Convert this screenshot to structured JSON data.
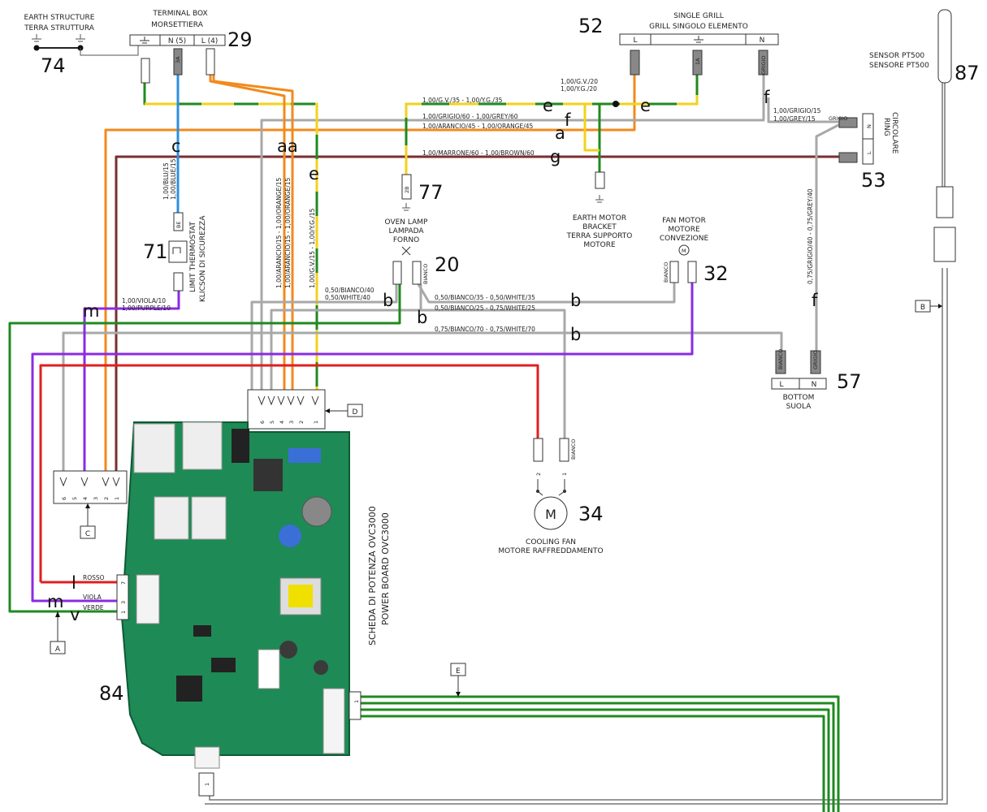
{
  "colors": {
    "green": "#1f8a1f",
    "yellow": "#f2d21b",
    "orange": "#f28a1c",
    "grey": "#a8a8a8",
    "brown": "#7a2e2e",
    "blue": "#2e8fdc",
    "purple": "#8a2be2",
    "red": "#e01f1f",
    "board": "#1e8a55"
  },
  "earth": {
    "line1": "EARTH STRUCTURE",
    "line2": "TERRA STRUTTURA",
    "num": "74"
  },
  "terminal": {
    "line1": "TERMINAL BOX",
    "line2": "MORSETTIERA",
    "n": "N (5)",
    "l": "L (4)",
    "num": "29",
    "tag_n": "3A"
  },
  "grill": {
    "line1": "SINGLE GRILL",
    "line2": "GRILL SINGOLO ELEMENTO",
    "l": "L",
    "n": "N",
    "num": "52",
    "tag_1a": "1A",
    "tag_grigio": "GRIGIO"
  },
  "sensor": {
    "line1": "SENSOR PT500",
    "line2": "SENSORE PT500",
    "num": "87"
  },
  "ring": {
    "line1": "RING",
    "line2": "CIRCOLARE",
    "l": "L",
    "n": "N",
    "num": "53",
    "tag": "GRIGIO"
  },
  "lamp": {
    "line1": "OVEN LAMP",
    "line2": "LAMPADA",
    "line3": "FORNO",
    "num": "77",
    "num2": "20",
    "tag": "2B",
    "tag2": "BIANCO"
  },
  "motor_earth": {
    "line1": "EARTH MOTOR",
    "line2": "BRACKET",
    "line3": "TERRA SUPPORTO",
    "line4": "MOTORE"
  },
  "fan": {
    "line1": "FAN MOTOR",
    "line2": "MOTORE",
    "line3": "CONVEZIONE",
    "num": "32",
    "tag": "BIANCO",
    "m": "M"
  },
  "thermostat": {
    "line1": "LIMIT THERMOSTAT",
    "line2": "KLICSON DI SICUREZZA",
    "num": "71",
    "tag": "BE"
  },
  "bottom": {
    "line1": "BOTTOM",
    "line2": "SUOLA",
    "l": "L",
    "n": "N",
    "num": "57",
    "tag1": "BIANCO",
    "tag2": "GRIGIO"
  },
  "cooling": {
    "line1": "COOLING FAN",
    "line2": "MOTORE RAFFREDDAMENTO",
    "num": "34",
    "m": "M",
    "p2": "2",
    "p1": "1",
    "tag": "BIANCO"
  },
  "board": {
    "line1": "SCHEDA DI POTENZA OVC3000",
    "line2": "POWER BOARD OVC3000",
    "num": "84",
    "rosso": "ROSSO",
    "viola": "VIOLA",
    "verde": "VERDE",
    "p7": "7",
    "p3": "3",
    "p1": "1",
    "pe": "1",
    "pb": "1"
  },
  "connectors": {
    "A": "A",
    "B": "B",
    "C": "C",
    "D": "D",
    "E": "E",
    "d_pins": [
      "6",
      "5",
      "4",
      "3",
      "2",
      "1"
    ],
    "c_pins": [
      "6",
      "5",
      "4",
      "3",
      "2",
      "1"
    ]
  },
  "wire_labels": {
    "a": "a",
    "aa": "aa",
    "b": "b",
    "c": "c",
    "e": "e",
    "f": "f",
    "g": "g",
    "m": "m",
    "l": "l",
    "v": "v"
  },
  "specs": {
    "ye_35": "1,00/G.V./35 - 1,00/Y.G./35",
    "gv_20": "1,00/G.V./20",
    "yg_20": "1,00/Y.G./20",
    "grey_60": "1,00/GRIGIO/60 - 1,00/GREY/60",
    "orange_45": "1,00/ARANCIO/45 - 1,00/ORANGE/45",
    "brown_60": "1,00/MARRONE/60 - 1,00/BROWN/60",
    "grigio_15": "1,00/GRIGIO/15",
    "grey_15": "1,00/GREY/15",
    "grey_40": "0,75/GRIGIO/40 - 0,75/GREY/40",
    "blu_15": "1,00/BLU/15",
    "blue_15": "1,00/BLUE/15",
    "arancio_15a": "1,00/ARANCIO/15 - 1,00/ORANGE/15",
    "arancio_15b": "1,00/ARANCIO/15 - 1,00/ORANGE/15",
    "gv_15": "1,00/G.V./15 - 1,00/Y.G./15",
    "viola_10": "1,00/VIOLA/10",
    "purple_10": "1,00/PURPLE/10",
    "bianco_40": "0,50/BIANCO/40",
    "white_40": "0,50/WHITE/40",
    "white_35": "0,50/BIANCO/35 - 0,50/WHITE/35",
    "white_25": "0,50/BIANCO/25 - 0,75/WHITE/25",
    "white_70": "0,75/BIANCO/70 - 0,75/WHITE/70"
  }
}
